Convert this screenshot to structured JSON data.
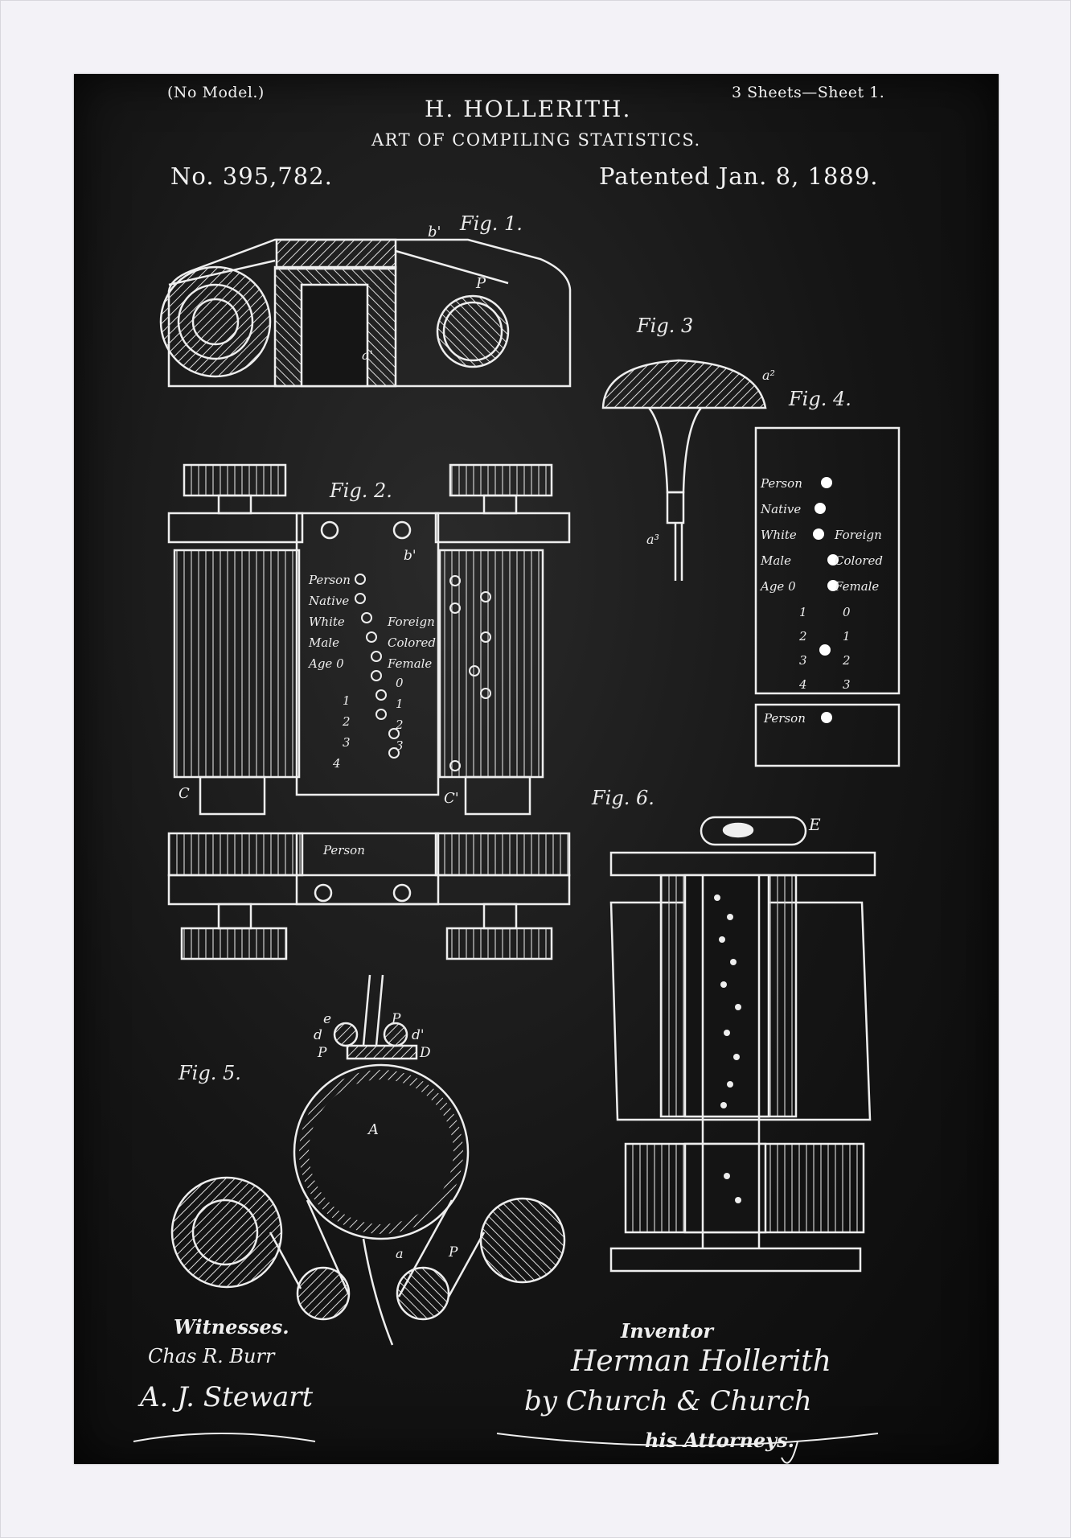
{
  "header": {
    "no_model": "(No Model.)",
    "sheets": "3 Sheets—Sheet 1.",
    "inventor_name": "H. HOLLERITH.",
    "subject": "ART OF COMPILING STATISTICS.",
    "patent_no": "No. 395,782.",
    "patented": "Patented Jan. 8, 1889."
  },
  "figures": {
    "fig1": "Fig. 1.",
    "fig2": "Fig. 2.",
    "fig3": "Fig. 3",
    "fig4": "Fig. 4.",
    "fig5": "Fig. 5.",
    "fig6": "Fig. 6."
  },
  "card_labels": {
    "fig2": [
      "Person",
      "Native",
      "White",
      "Male",
      "Age 0",
      "1",
      "2",
      "3",
      "4"
    ],
    "fig2_right": [
      "Foreign",
      "Colored",
      "Female",
      "0",
      "1",
      "2",
      "3"
    ],
    "fig4": [
      "Person",
      "Native",
      "White",
      "Male",
      "Age 0",
      "1",
      "2",
      "3",
      "4"
    ],
    "fig4_right": [
      "Foreign",
      "Colored",
      "Female",
      "0",
      "1",
      "2",
      "3"
    ],
    "fig4_bottom": "Person",
    "fig2_bottom": "Person"
  },
  "reference_letters": {
    "fig1_b": "b'",
    "fig1_p": "P",
    "fig1_a": "a'",
    "fig2_b": "b'",
    "fig2_c_left": "C",
    "fig2_c_right": "C'",
    "fig3_a2": "a²",
    "fig3_a3": "a³",
    "fig5_e": "e",
    "fig5_p_top": "P",
    "fig5_d_left": "d",
    "fig5_d_right": "d'",
    "fig5_p_left": "P",
    "fig5_D": "D",
    "fig5_A": "A",
    "fig5_a": "a",
    "fig5_P_right": "P",
    "fig6_E": "E"
  },
  "signatures": {
    "witnesses_label": "Witnesses.",
    "witness_1": "Chas R. Burr",
    "witness_2": "A. J. Stewart",
    "inventor_label": "Inventor",
    "inventor_signature": "Herman Hollerith",
    "attorneys_signature": "by Church & Church",
    "attorneys_label": "his Attorneys."
  }
}
